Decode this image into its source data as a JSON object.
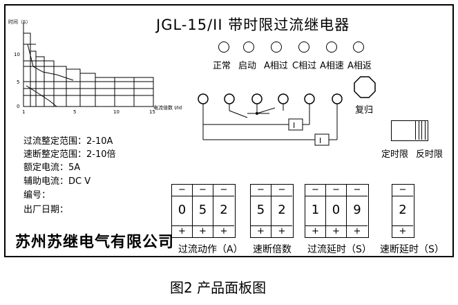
{
  "title": "JGL-15/II 带时限过流继电器",
  "indicators": [
    {
      "label": "正常"
    },
    {
      "label": "启动"
    },
    {
      "label": "A相过"
    },
    {
      "label": "C相过"
    },
    {
      "label": "A相速"
    },
    {
      "label": "A相返"
    }
  ],
  "reset_label": "复归",
  "mode_switch": {
    "left_label": "定时限",
    "right_label": "反时限"
  },
  "specs": [
    "过流整定范围：2-10A",
    "速断整定范围：2-10倍",
    "额定电流：5A",
    "辅助电流：DC        V",
    "编号：",
    "出厂日期："
  ],
  "company": "苏州苏继电气有限公司",
  "caption": "图2    产品面板图",
  "terminal_labels": {
    "t1": "I",
    "t2": "I"
  },
  "dial_groups": [
    {
      "label": "过流动作（A）",
      "digits": [
        "0",
        "5",
        "2"
      ]
    },
    {
      "label": "速断倍数",
      "digits": [
        "5",
        "2"
      ]
    },
    {
      "label": "过流延时（S）",
      "digits": [
        "1",
        "0",
        "9"
      ]
    },
    {
      "label": "速断延时（S）",
      "digits": [
        "2"
      ]
    }
  ],
  "button_symbols": {
    "minus": "−",
    "plus": "+"
  },
  "chart_data": {
    "type": "line",
    "ylabel": "时间（S）",
    "xlabel": "电流倍数 I/Id",
    "x_ticks": [
      "1",
      "5",
      "10",
      "15"
    ],
    "y_ticks": [
      "0",
      "5",
      "10"
    ],
    "xlim": [
      1,
      15
    ],
    "ylim": [
      0,
      15
    ]
  }
}
